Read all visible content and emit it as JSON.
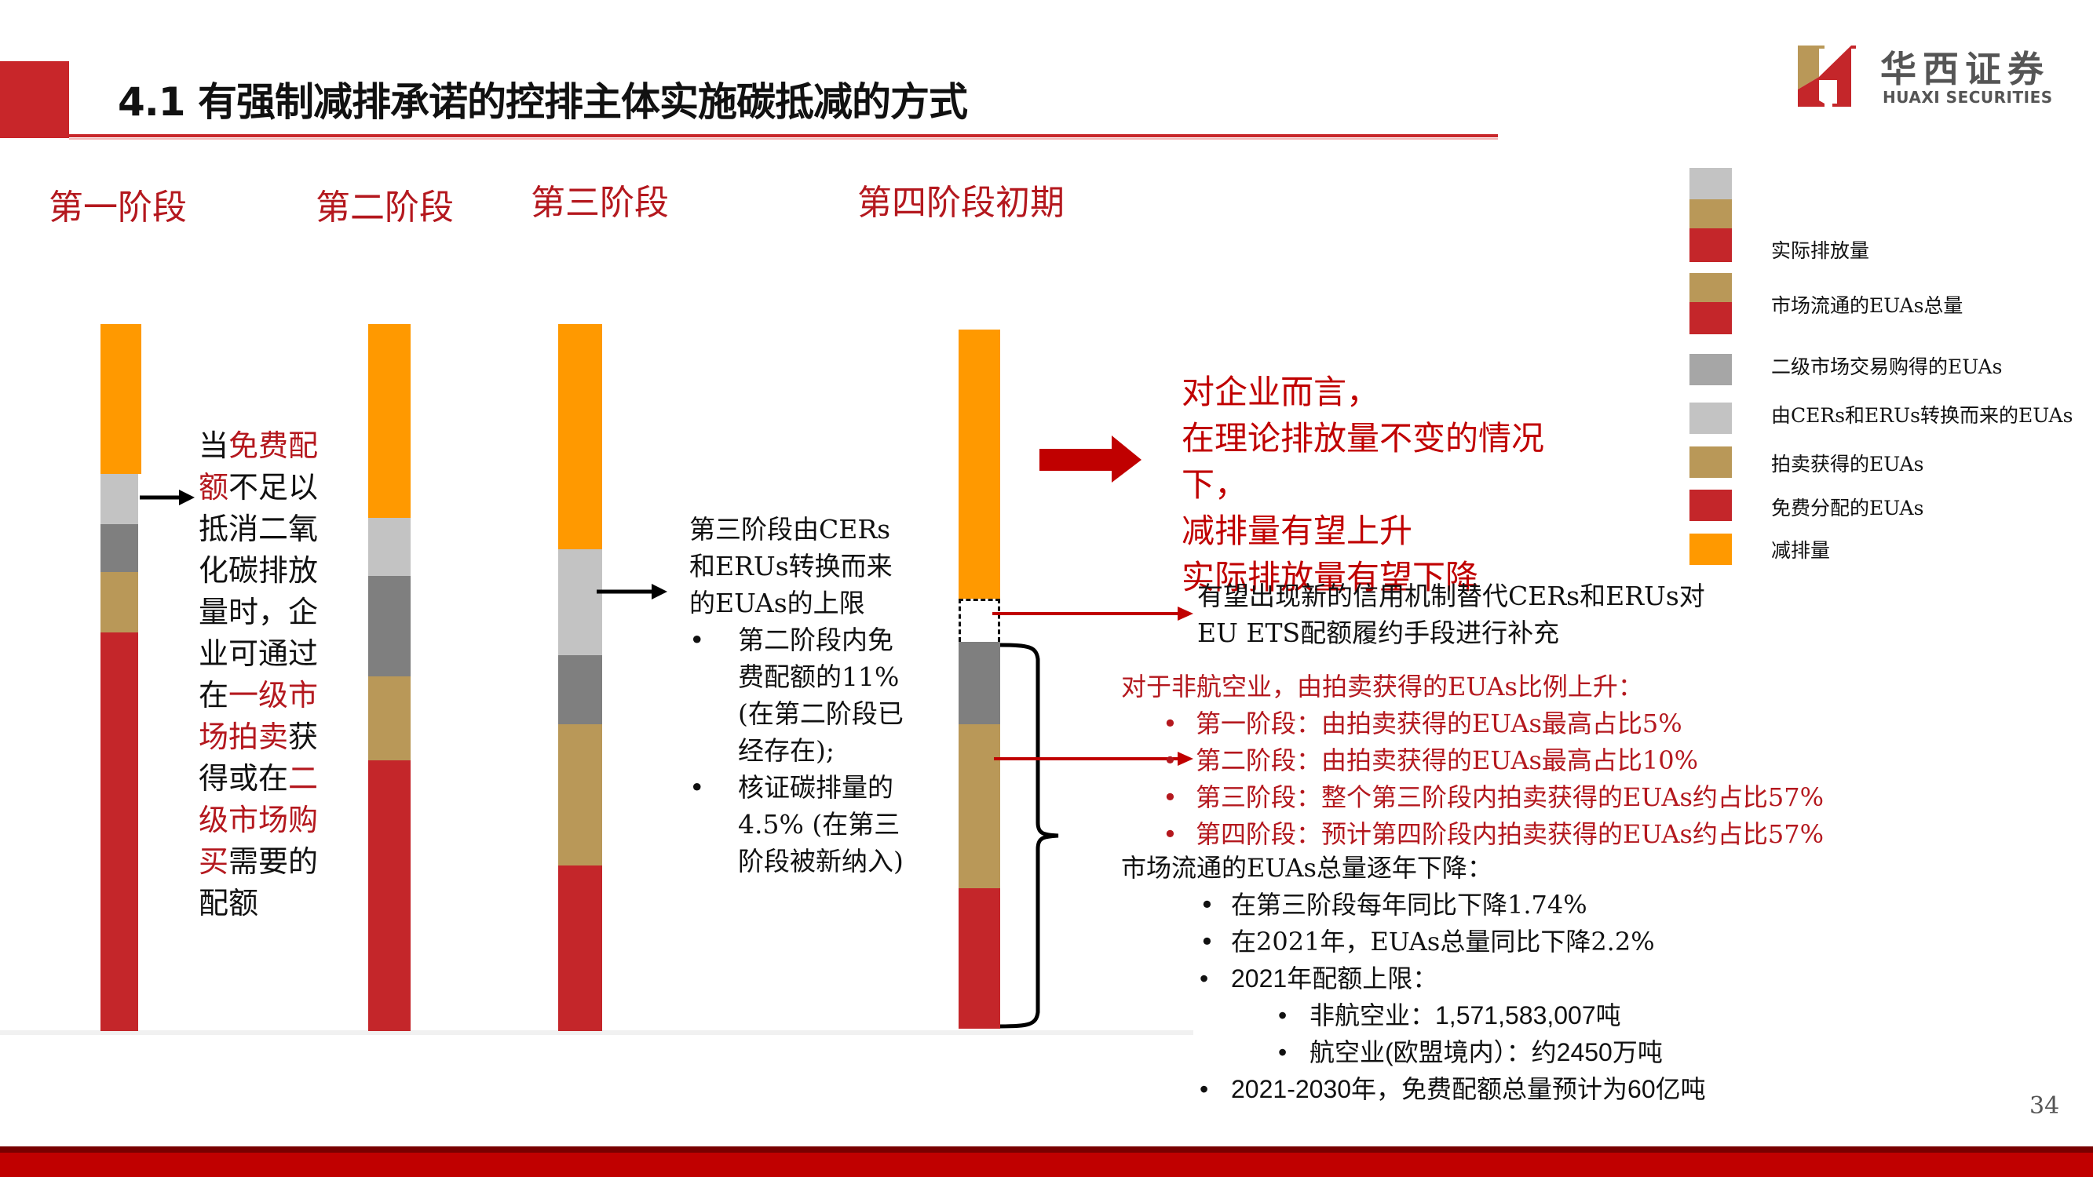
{
  "header": {
    "title": "4.1 有强制减排承诺的控排主体实施碳抵减的方式",
    "logo_cn": "华西证券",
    "logo_en": "HUAXI SECURITIES"
  },
  "phases": [
    {
      "label": "第一阶段"
    },
    {
      "label": "第二阶段"
    },
    {
      "label": "第三阶段"
    },
    {
      "label": "第四阶段初期"
    }
  ],
  "colors": {
    "reduction": "#ff9900",
    "cer_eru": "#c3c3c3",
    "secondary_market": "#7f7f7f",
    "auction": "#b99858",
    "free_allocation": "#c4262a",
    "accent_red": "#c00000",
    "footer": "#c00000"
  },
  "chart_data": {
    "type": "bar",
    "stacked": true,
    "title": "",
    "categories": [
      "第一阶段",
      "第二阶段",
      "第三阶段",
      "第四阶段初期"
    ],
    "series": [
      {
        "name": "免费分配的EUAs",
        "values": [
          508,
          345,
          211,
          179
        ]
      },
      {
        "name": "拍卖获得的EUAs",
        "values": [
          77,
          107,
          180,
          209
        ]
      },
      {
        "name": "二级市场交易购得的EUAs",
        "values": [
          61,
          128,
          88,
          105
        ]
      },
      {
        "name": "由CERs和ERUs转换而来的EUAs",
        "values": [
          64,
          74,
          135,
          0
        ]
      },
      {
        "name": "新的信用机制（虚线）",
        "values": [
          0,
          0,
          0,
          55
        ]
      },
      {
        "name": "减排量",
        "values": [
          191,
          247,
          287,
          343
        ]
      }
    ],
    "note": "Conceptual schematic; values are relative pixel heights of bar segments, not data units",
    "legend_position": "right",
    "grid": false
  },
  "legend": {
    "items": [
      {
        "label": "实际排放量",
        "swatch": [
          "#c3c3c3",
          "#b99858",
          "#c4262a"
        ]
      },
      {
        "label": "市场流通的EUAs总量",
        "swatch": [
          "#b99858",
          "#c4262a"
        ]
      },
      {
        "label": "二级市场交易购得的EUAs",
        "swatch": [
          "#a6a6a6"
        ]
      },
      {
        "label": "由CERs和ERUs转换而来的EUAs",
        "swatch": [
          "#c3c3c3"
        ]
      },
      {
        "label": "拍卖获得的EUAs",
        "swatch": [
          "#b99858"
        ]
      },
      {
        "label": "免费分配的EUAs",
        "swatch": [
          "#c4262a"
        ]
      },
      {
        "label": "减排量",
        "swatch": [
          "#ff9900"
        ]
      }
    ]
  },
  "phase1_note": {
    "lines": [
      [
        {
          "t": "当",
          "red": false
        },
        {
          "t": "免费配",
          "red": true
        }
      ],
      [
        {
          "t": "额",
          "red": true
        },
        {
          "t": "不足以",
          "red": false
        }
      ],
      [
        {
          "t": "抵消二氧",
          "red": false
        }
      ],
      [
        {
          "t": "化碳排放",
          "red": false
        }
      ],
      [
        {
          "t": "量时，企",
          "red": false
        }
      ],
      [
        {
          "t": "业可通过",
          "red": false
        }
      ],
      [
        {
          "t": "在",
          "red": false
        },
        {
          "t": "一级市",
          "red": true
        }
      ],
      [
        {
          "t": "场拍卖",
          "red": true
        },
        {
          "t": "获",
          "red": false
        }
      ],
      [
        {
          "t": "得或在",
          "red": false
        },
        {
          "t": "二",
          "red": true
        }
      ],
      [
        {
          "t": "级市场购",
          "red": true
        }
      ],
      [
        {
          "t": "买",
          "red": true
        },
        {
          "t": "需要的",
          "red": false
        }
      ],
      [
        {
          "t": "配额",
          "red": false
        }
      ]
    ]
  },
  "phase3_note": {
    "heading_lines": [
      "第三阶段由CERs",
      "和ERUs转换而来",
      "的EUAs的上限"
    ],
    "bullets": [
      {
        "lines": [
          "第二阶段内免",
          "费配额的11%",
          "(在第二阶段已",
          "经存在);"
        ]
      },
      {
        "lines": [
          "核证碳排量的",
          "4.5% (在第三",
          "阶段被新纳入)"
        ]
      }
    ]
  },
  "conclusion": {
    "lines": [
      "对企业而言，",
      "在理论排放量不变的情况",
      "下，",
      "减排量有望上升",
      "实际排放量有望下降"
    ]
  },
  "credit_note": {
    "lines": [
      "有望出现新的信用机制替代CERs和ERUs对",
      "EU ETS配额履约手段进行补充"
    ]
  },
  "auction_note": {
    "heading": "对于非航空业，由拍卖获得的EUAs比例上升：",
    "bullets": [
      "第一阶段：由拍卖获得的EUAs最高占比5%",
      "第二阶段：由拍卖获得的EUAs最高占比10%",
      "第三阶段：整个第三阶段内拍卖获得的EUAs约占比57%",
      "第四阶段：预计第四阶段内拍卖获得的EUAs约占比57%"
    ]
  },
  "market_note": {
    "heading": "市场流通的EUAs总量逐年下降：",
    "bullets": [
      {
        "text": "在第三阶段每年同比下降1.74%",
        "level": 1
      },
      {
        "text": "在2021年，EUAs总量同比下降2.2%",
        "level": 1
      },
      {
        "text": "2021年配额上限：",
        "level": 1
      },
      {
        "text": "非航空业：1,571,583,007吨",
        "level": 2
      },
      {
        "text": "航空业(欧盟境内）：约2450万吨",
        "level": 2
      },
      {
        "text": "2021-2030年，免费配额总量预计为60亿吨",
        "level": 1
      }
    ]
  },
  "footer": {
    "page_number": "34"
  }
}
